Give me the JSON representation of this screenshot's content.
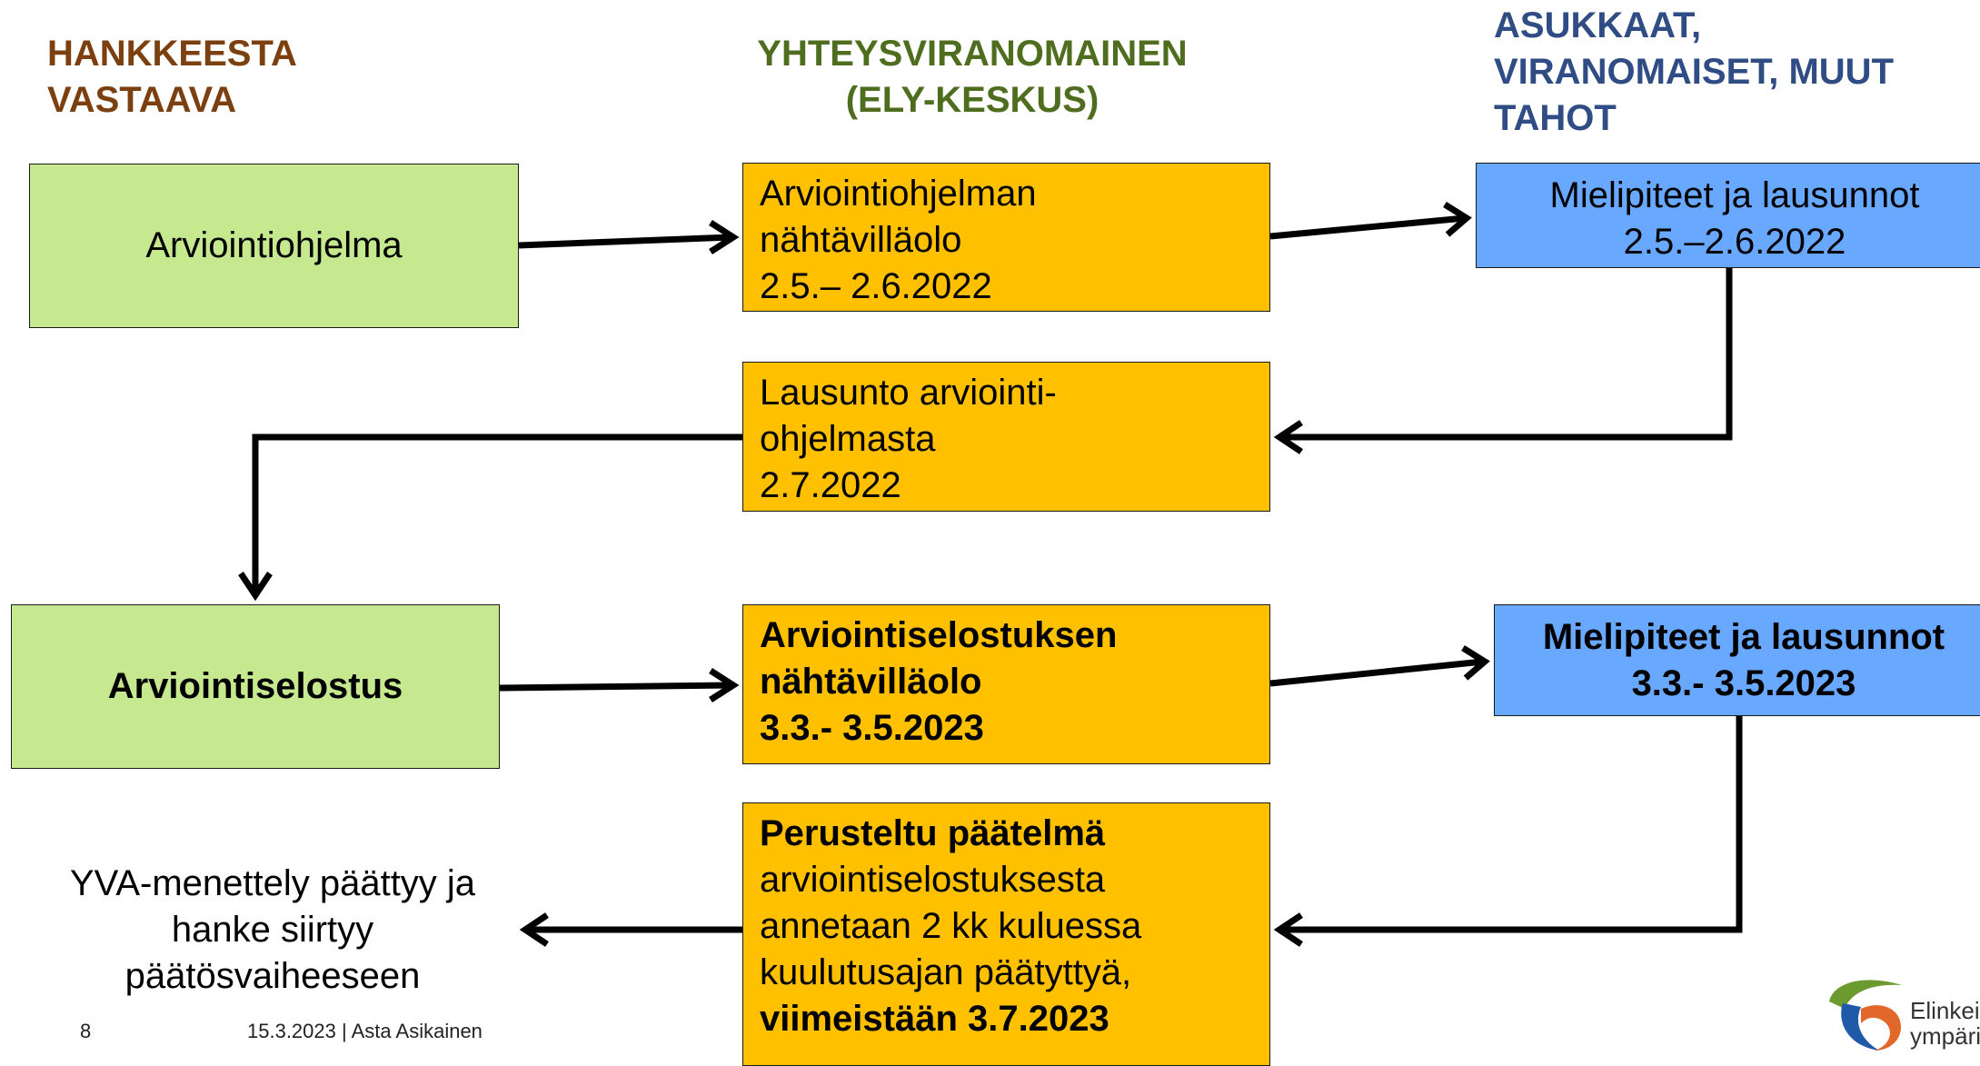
{
  "headers": {
    "left": [
      "HANKKEESTA",
      "VASTAAVA"
    ],
    "middle": [
      "YHTEYSVIRANOMAINEN",
      "(ELY-KESKUS)"
    ],
    "right": [
      "ASUKKAAT,",
      "VIRANOMAISET, MUUT",
      "TAHOT"
    ]
  },
  "boxes": {
    "ohjelma": "Arviointiohjelma",
    "nahtavilla1": [
      "Arviointiohjelman",
      "nähtävilläolo",
      "2.5.– 2.6.2022"
    ],
    "mielipiteet1": [
      "Mielipiteet ja lausunnot",
      "2.5.–2.6.2022"
    ],
    "lausunto": [
      "Lausunto arviointi-",
      "ohjelmasta",
      "2.7.2022"
    ],
    "selostus": "Arviointiselostus",
    "nahtavilla2": [
      "Arviointiselostuksen",
      "nähtävilläolo",
      "3.3.- 3.5.2023"
    ],
    "mielipiteet2": [
      "Mielipiteet ja lausunnot",
      "3.3.- 3.5.2023"
    ],
    "paatelma": [
      "Perusteltu päätelmä",
      "arviointiselostuksesta",
      "annetaan 2 kk kuluessa",
      "kuulutusajan päätyttyä,",
      "viimeistään 3.7.2023"
    ]
  },
  "end_text": [
    "YVA-menettely päättyy ja",
    "hanke siirtyy",
    "päätösvaiheeseen"
  ],
  "footer": {
    "page": "8",
    "info": "15.3.2023  |  Asta Asikainen"
  },
  "logo": {
    "text_lines": [
      "Elinkein",
      "ympäris"
    ]
  },
  "colors": {
    "green_box": "#c6e88e",
    "orange_box": "#ffc000",
    "blue_box": "#68a8ff",
    "header_left": "#7b3f10",
    "header_middle": "#4f6d1f",
    "header_right": "#2f4c84"
  }
}
